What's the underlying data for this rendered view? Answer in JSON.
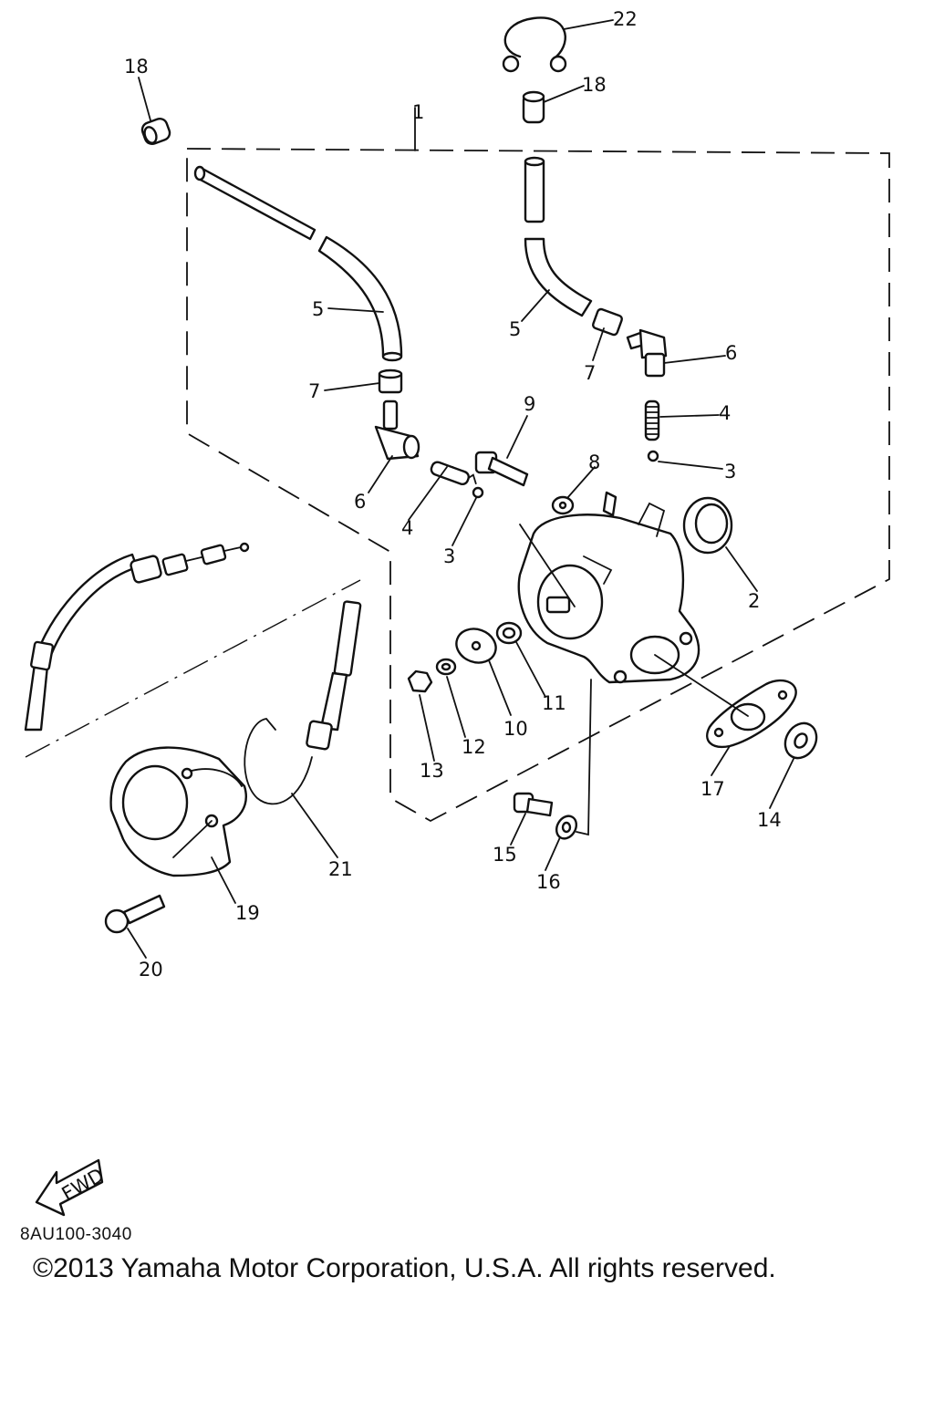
{
  "callouts": {
    "c1": "1",
    "c2": "2",
    "c3a": "3",
    "c3b": "3",
    "c4a": "4",
    "c4b": "4",
    "c5a": "5",
    "c5b": "5",
    "c6a": "6",
    "c6b": "6",
    "c7a": "7",
    "c7b": "7",
    "c8": "8",
    "c9": "9",
    "c10": "10",
    "c11": "11",
    "c12": "12",
    "c13": "13",
    "c14": "14",
    "c15": "15",
    "c16": "16",
    "c17": "17",
    "c18a": "18",
    "c18b": "18",
    "c19": "19",
    "c20": "20",
    "c21": "21",
    "c22": "22"
  },
  "fwd_arrow_text": "FWD",
  "document_code": "8AU100-3040",
  "copyright": "©2013 Yamaha Motor Corporation, U.S.A. All rights reserved."
}
